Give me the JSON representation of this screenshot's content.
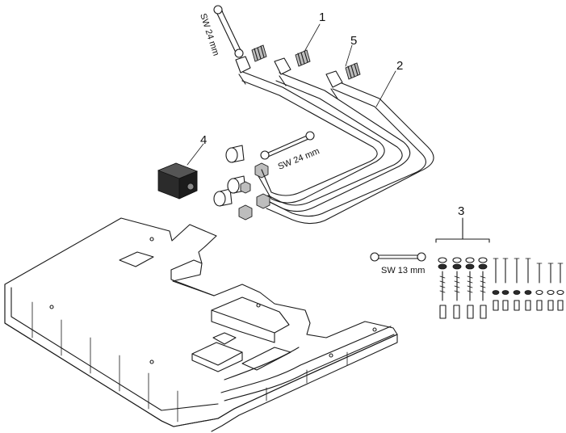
{
  "callouts": {
    "c1": "1",
    "c2": "2",
    "c3": "3",
    "c4": "4",
    "c5": "5"
  },
  "wrench_labels": {
    "top": "SW 24 mm",
    "middle": "SW 24 mm",
    "small": "SW 13 mm"
  },
  "colors": {
    "line": "#1a1a1a",
    "background": "#ffffff"
  }
}
